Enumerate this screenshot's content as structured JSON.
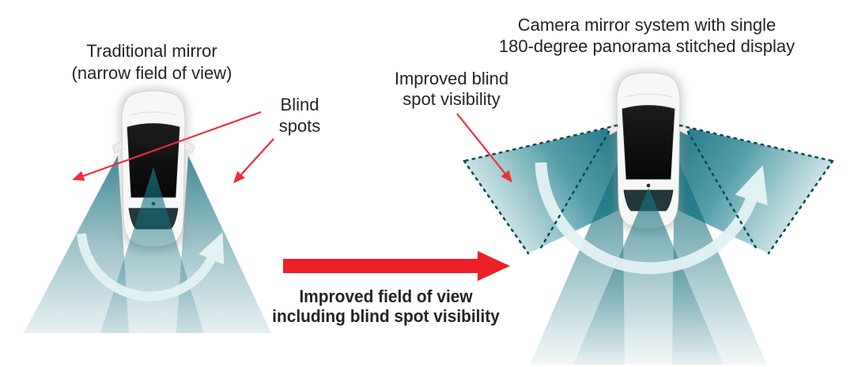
{
  "left_diagram": {
    "title_line1": "Traditional mirror",
    "title_line2": "(narrow field of view)",
    "blind_label_line1": "Blind",
    "blind_label_line2": "spots"
  },
  "transition": {
    "caption_line1": "Improved field of view",
    "caption_line2": "including blind spot visibility"
  },
  "right_diagram": {
    "title_line1": "Camera mirror system with single",
    "title_line2": "180-degree panorama stitched display",
    "improved_label_line1": "Improved blind",
    "improved_label_line2": "spot visibility"
  },
  "colors": {
    "teal": "#14707f",
    "dash_teal": "#0c4b58",
    "red": "#ec2027",
    "annotation_red": "#ee2e36",
    "arc_white": "#e2f1f3",
    "text": "#242424"
  }
}
